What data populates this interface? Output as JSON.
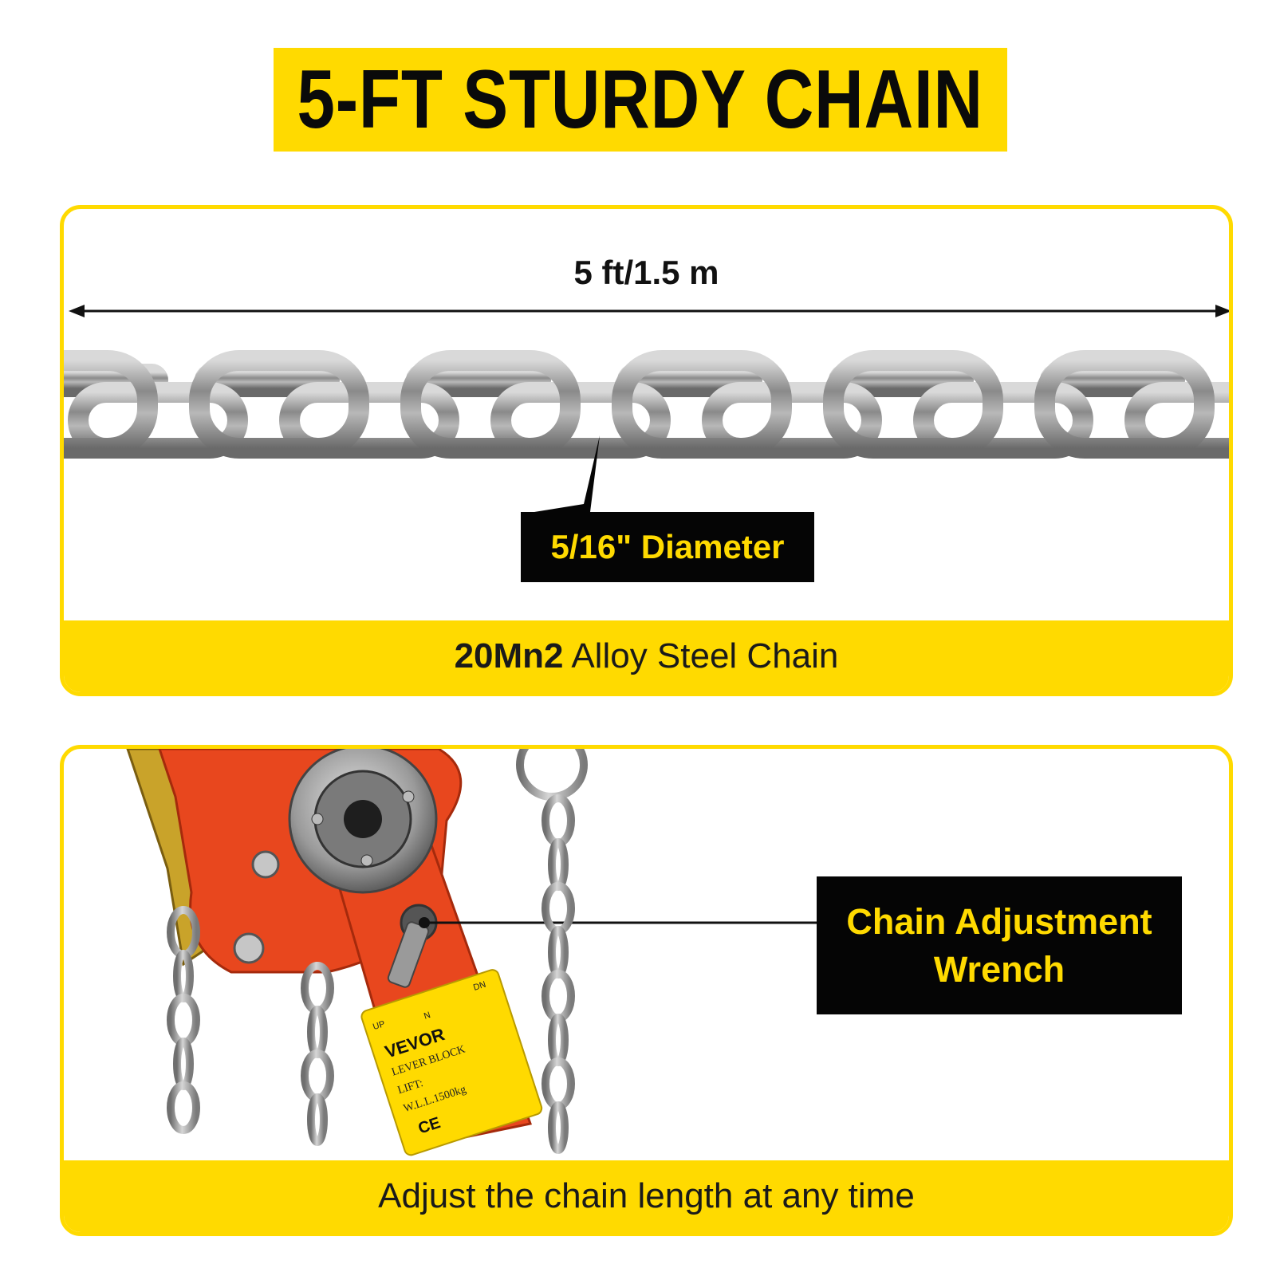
{
  "banner": {
    "title": "5-FT STURDY CHAIN"
  },
  "chain_panel": {
    "length_label": "5 ft/1.5 m",
    "diameter_callout": "5/16\" Diameter",
    "material_bold": "20Mn2",
    "material_rest": " Alloy Steel Chain"
  },
  "hoist_panel": {
    "callout_line1": "Chain Adjustment",
    "callout_line2": "Wrench",
    "footer": "Adjust the chain length at any time",
    "label_brand": "VEVOR",
    "label_type": "LEVER BLOCK",
    "label_lift": "LIFT:",
    "label_wll": "W.L.L.1500kg",
    "label_ce": "CE",
    "label_up": "UP",
    "label_n": "N",
    "label_dn": "DN"
  },
  "colors": {
    "accent": "#FFDA00",
    "dark": "#050505",
    "hoist": "#E8471E"
  }
}
